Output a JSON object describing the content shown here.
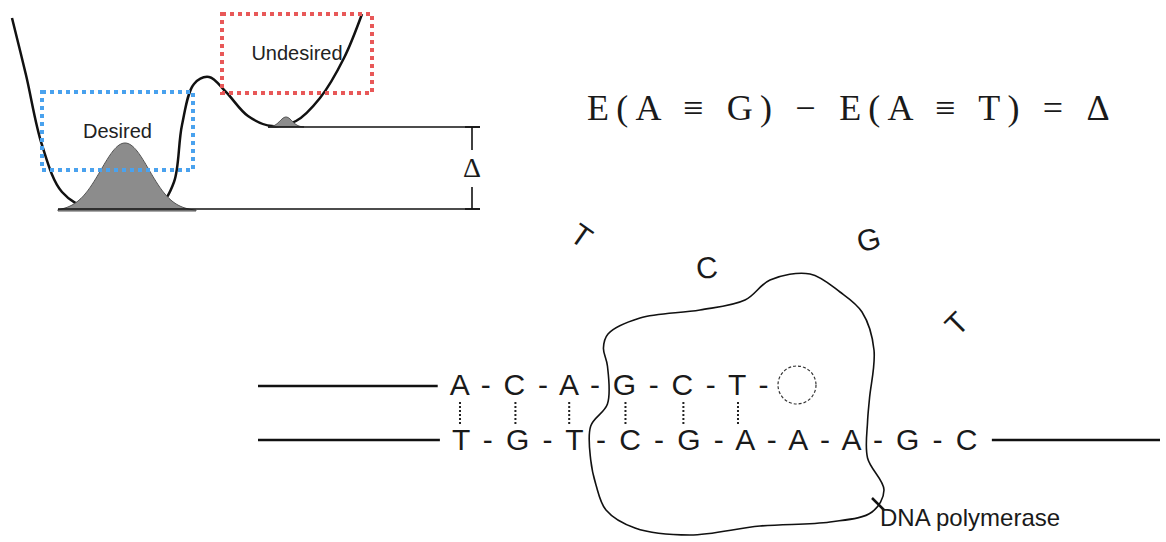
{
  "diagram": {
    "nodes": [
      {
        "text": [
          "Desired"
        ]
      },
      {
        "text": [
          "Undesired"
        ]
      }
    ],
    "labels": [
      "Δ",
      "E(A ≡ G) − E(A ≡ T) = Δ",
      "T",
      "C",
      "G",
      "T",
      "A - C - A - G - C - T -",
      "T - G - T - C - G - A - A - A - G - C",
      "DNA polymerase"
    ]
  }
}
